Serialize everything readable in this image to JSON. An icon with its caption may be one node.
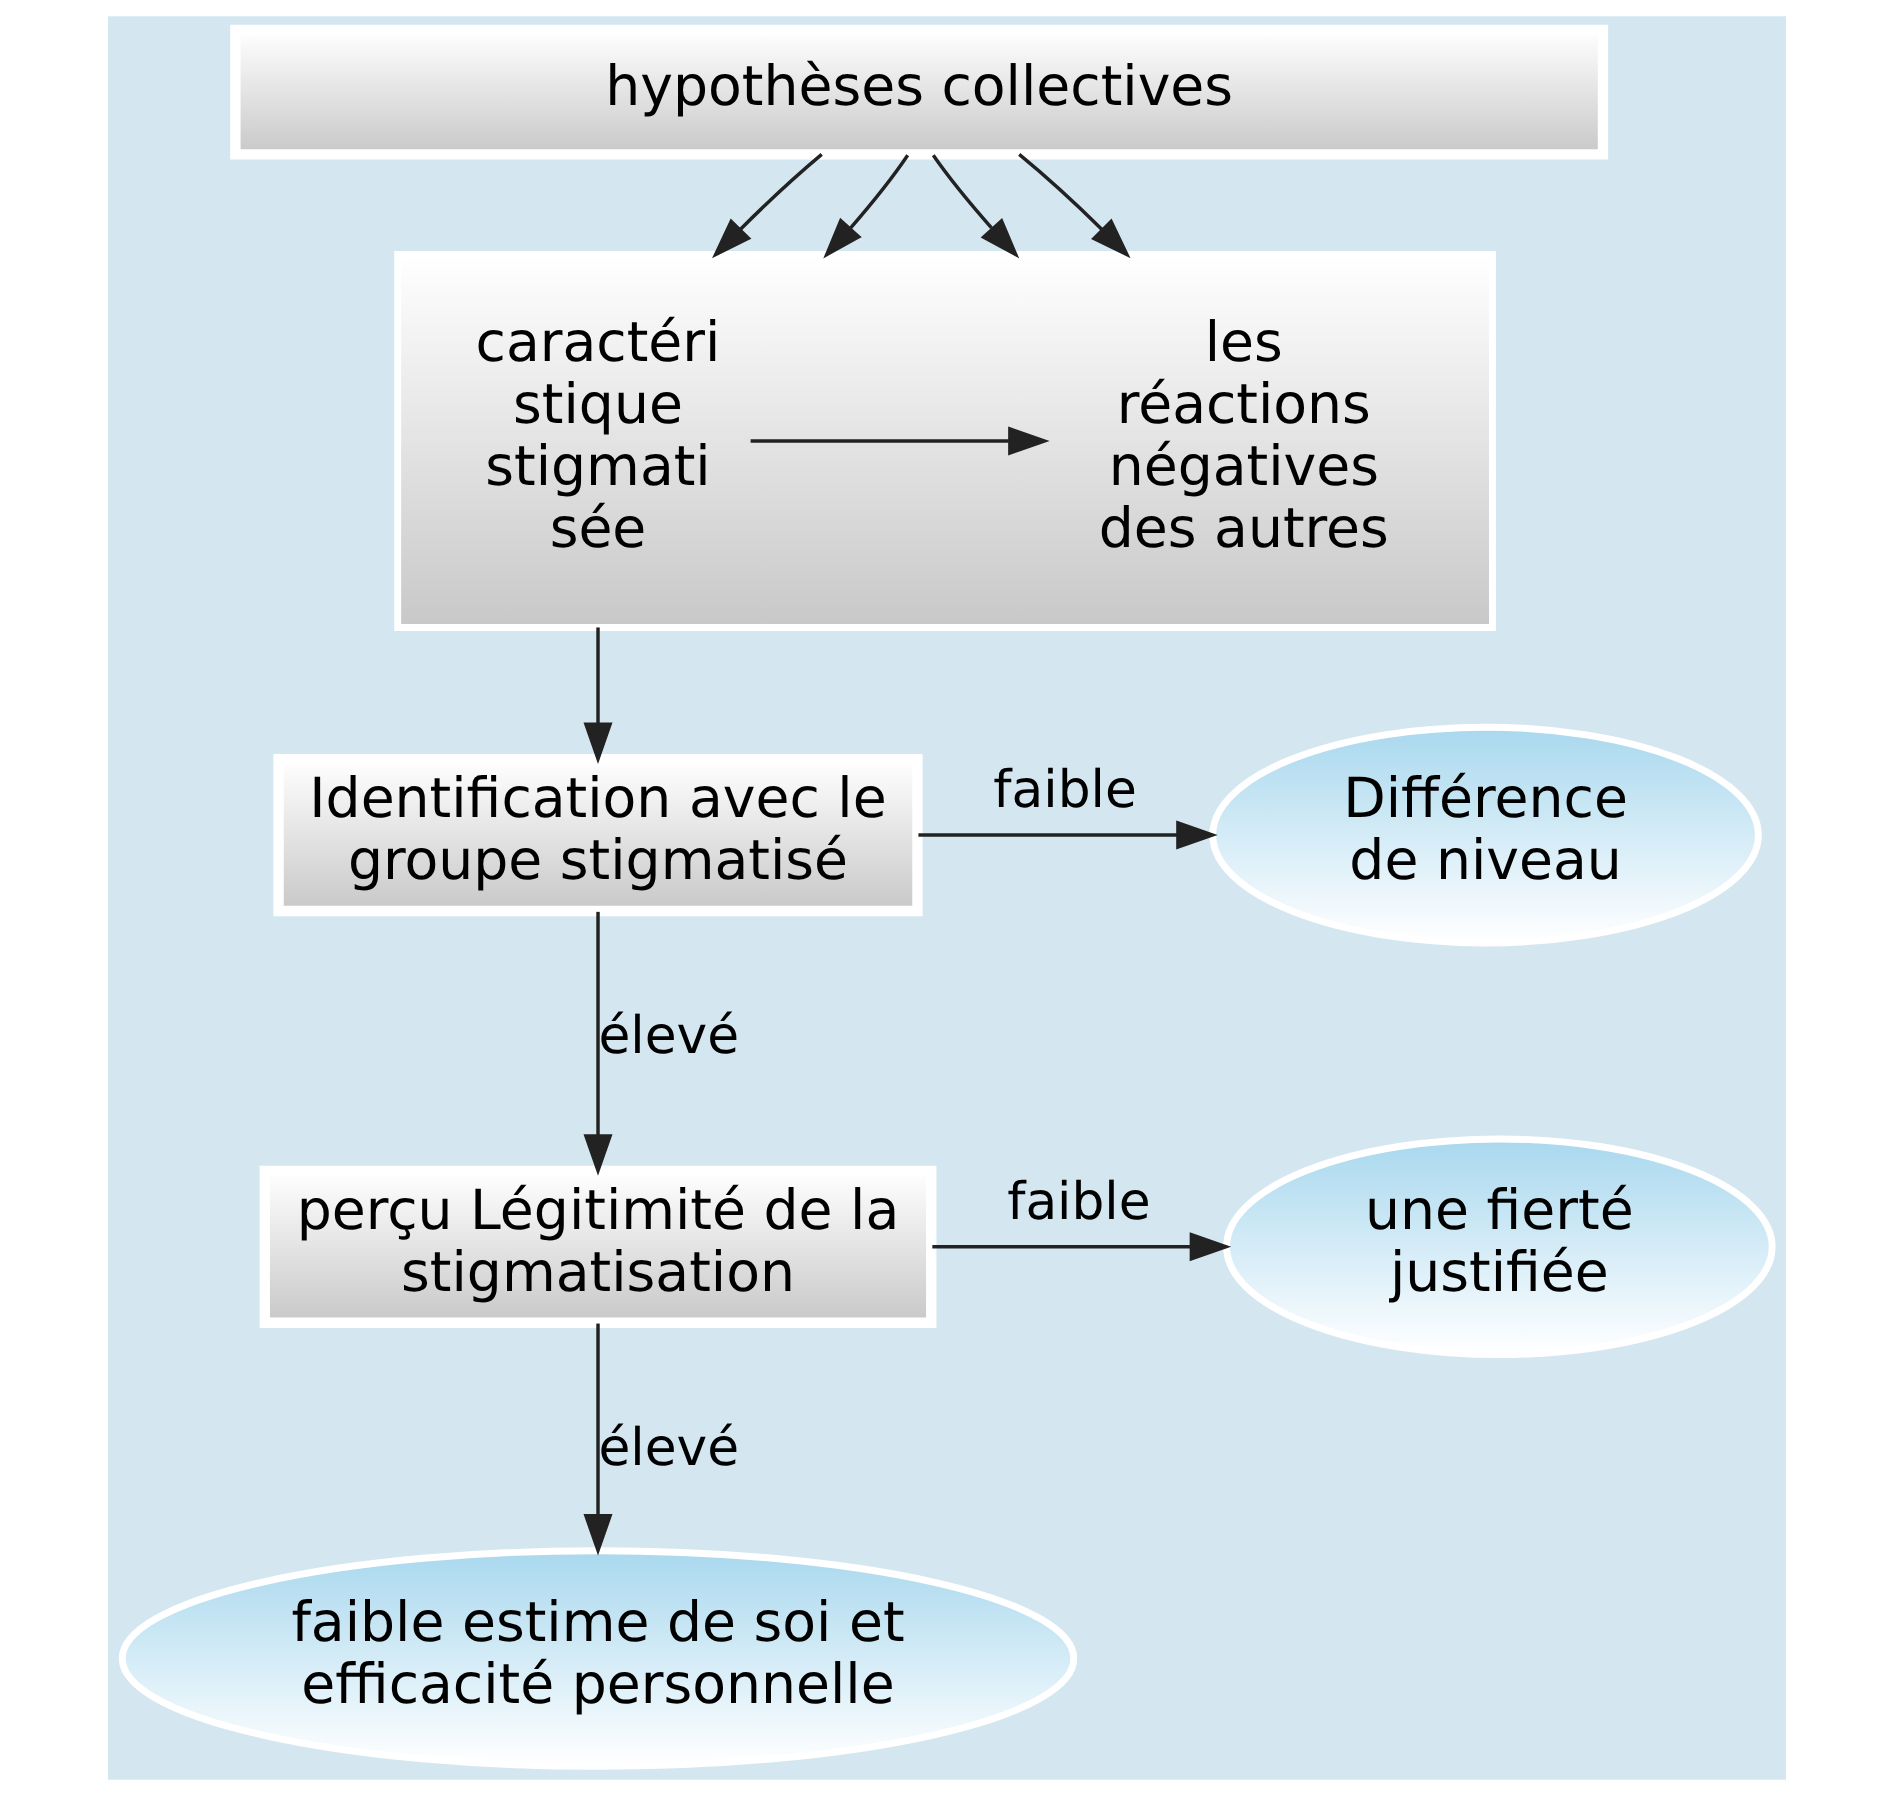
{
  "diagram": {
    "nodes": [
      {
        "text": [
          "hypothèses collectives"
        ]
      },
      {
        "text": [],
        "shape": "box"
      },
      {
        "text": [
          "caractéri stique stigmati sée"
        ],
        "in": 1
      },
      {
        "text": [
          "les réactions négatives des autres"
        ],
        "in": 1
      },
      {
        "text": [
          "Identification avec le groupe stigmatisé"
        ]
      },
      {
        "text": [
          "Différence de niveau"
        ]
      },
      {
        "text": [
          "perçu Légitimité de la stigmatisation"
        ]
      },
      {
        "text": [
          "une fierté justifiée"
        ]
      },
      {
        "text": [
          "faible estime de soi et efficacité personnelle"
        ]
      }
    ],
    "edges": [
      {
        "from": 0,
        "to": 1,
        "arrow": "to"
      },
      {
        "from": 0,
        "to": 1,
        "arrow": "to"
      },
      {
        "from": 0,
        "to": 1,
        "arrow": "to"
      },
      {
        "from": 0,
        "to": 1,
        "arrow": "to"
      },
      {
        "from": 2,
        "to": 3,
        "arrow": "to"
      },
      {
        "from": 1,
        "to": 4,
        "arrow": "to"
      },
      {
        "from": 4,
        "to": 5,
        "label": "faible",
        "arrow": "to"
      },
      {
        "from": 4,
        "to": 6,
        "label": "élevé",
        "arrow": "to"
      },
      {
        "from": 6,
        "to": 7,
        "label": "faible",
        "arrow": "to"
      },
      {
        "from": 6,
        "to": 8,
        "label": "élevé",
        "arrow": "to"
      }
    ]
  }
}
